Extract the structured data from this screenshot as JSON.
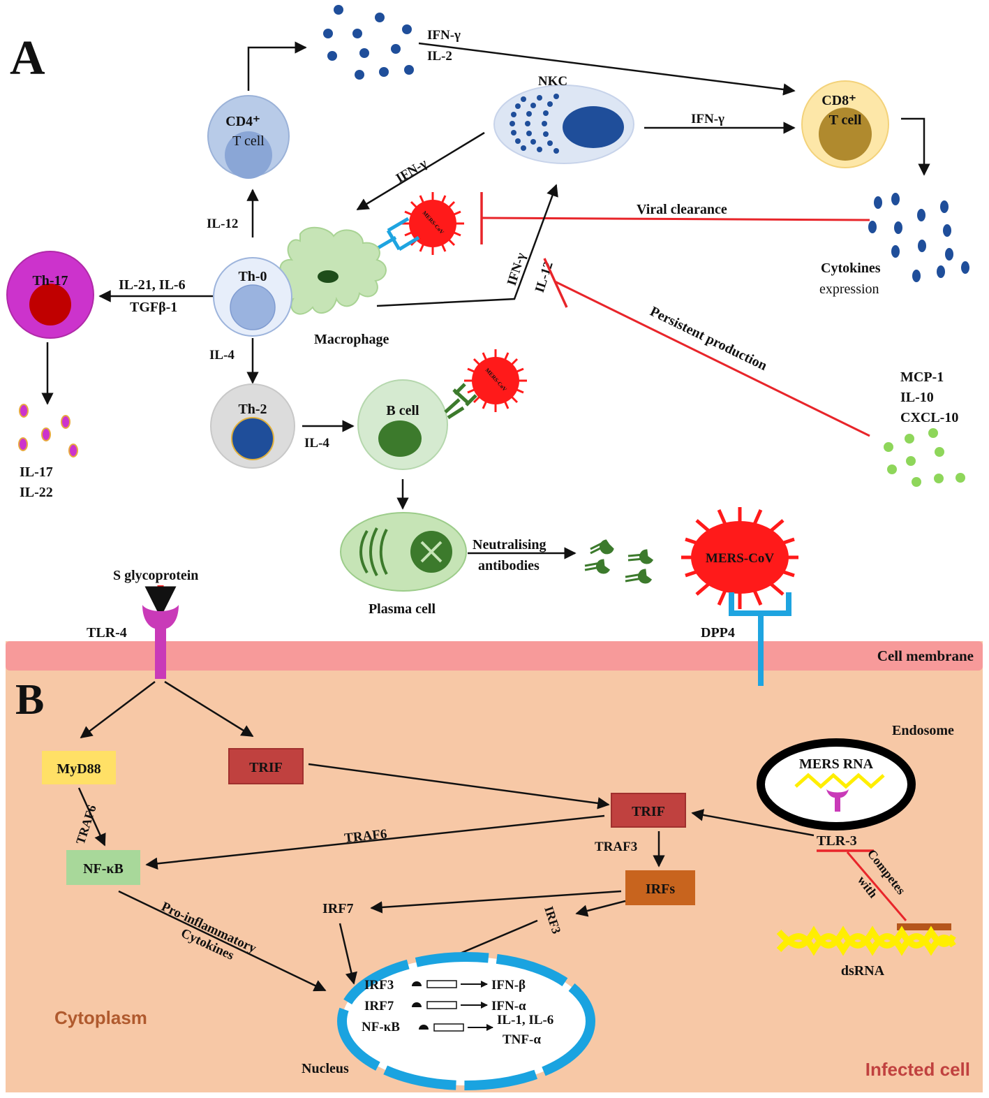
{
  "panels": {
    "a": "A",
    "b": "B"
  },
  "cells": {
    "cd4_line1": "CD4⁺",
    "cd4_line2": "T cell",
    "nkc": "NKC",
    "cd8_line1": "CD8⁺",
    "cd8_line2": "T cell",
    "th0": "Th-0",
    "th17": "Th-17",
    "th2": "Th-2",
    "bcell": "B cell",
    "plasma": "Plasma cell",
    "macrophage": "Macrophage"
  },
  "virus": {
    "small_label": "MERS-CoV",
    "large_label": "MERS-CoV"
  },
  "cytokines": {
    "ifn_gamma": "IFN-γ",
    "il2": "IL-2",
    "ifn_gamma_nkc_cd8": "IFN-γ",
    "ifn_gamma_nkc_mac": "IFN-γ",
    "il12_th0": "IL-12",
    "il21_il6": "IL-21, IL-6",
    "tgfb1": "TGFβ-1",
    "il4_down": "IL-4",
    "il4_bcell": "IL-4",
    "ifn_gamma_mac": "IFN-γ",
    "il12_mac": "IL-12",
    "viral_clearance": "Viral clearance",
    "cytokines_expr_1": "Cytokines",
    "cytokines_expr_2": "expression",
    "persistent": "Persistent production",
    "mcp1": "MCP-1",
    "il10": "IL-10",
    "cxcl10": "CXCL-10",
    "il17": "IL-17",
    "il22": "IL-22",
    "neutralising_1": "Neutralising",
    "neutralising_2": "antibodies"
  },
  "panel_b": {
    "s_glyco": "S glycoprotein",
    "tlr4": "TLR-4",
    "dpp4": "DPP4",
    "cell_membrane": "Cell membrane",
    "myd88": "MyD88",
    "trif_left": "TRIF",
    "trif_right": "TRIF",
    "traf6_vertical": "TRAF6",
    "traf6_diag": "TRAF6",
    "traf3": "TRAF3",
    "nfkb": "NF-κB",
    "irfs": "IRFs",
    "irf7": "IRF7",
    "irf3": "IRF3",
    "endosome": "Endosome",
    "mers_rna": "MERS RNA",
    "tlr3": "TLR-3",
    "competes_1": "Competes",
    "competes_2": "with",
    "dsrna": "dsRNA",
    "pro_inflam_1": "Pro-inflammatory",
    "pro_inflam_2": "Cytokines",
    "cytoplasm": "Cytoplasm",
    "nucleus": "Nucleus",
    "infected_cell": "Infected cell",
    "nuc_irf3": "IRF3",
    "nuc_irf7": "IRF7",
    "nuc_nfkb": "NF-κB",
    "ifn_b": "IFN-β",
    "ifn_a": "IFN-α",
    "il1_il6": "IL-1, IL-6",
    "tnf_a": "TNF-α"
  },
  "colors": {
    "virus_red": "#ff1a1a",
    "inhibit_red": "#e8252a",
    "membrane": "#f79a9a",
    "cytoplasm": "#f7c8a6",
    "nucleus_blue": "#1aa3e0",
    "dpp4_blue": "#1ea4e0",
    "tlr4_magenta": "#c93ab8",
    "myd88_yellow": "#ffe066",
    "trif_red": "#c0413f",
    "nfkb_green": "#a8d89a",
    "irfs_brown": "#c8641e",
    "dsrna_yellow": "#ffee00",
    "cytokine_blue": "#1f4e9a",
    "cytokine_green": "#8ed65a",
    "th17_magenta": "#cc33cc"
  }
}
